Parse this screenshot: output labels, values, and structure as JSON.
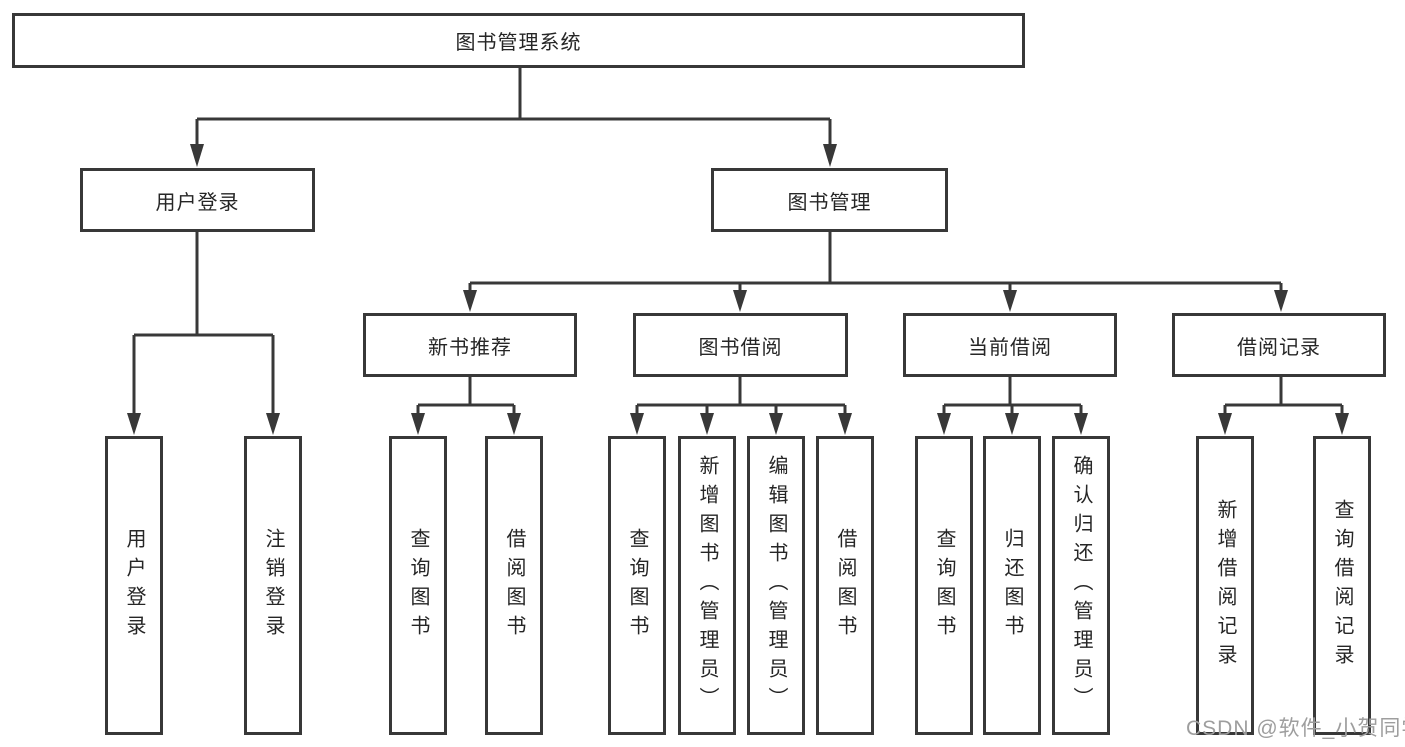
{
  "tree": {
    "root": "图书管理系统",
    "branches": [
      {
        "label": "用户登录",
        "children": [
          "用户登录",
          "注销登录"
        ]
      },
      {
        "label": "图书管理",
        "sections": [
          {
            "label": "新书推荐",
            "children": [
              "查询图书",
              "借阅图书"
            ]
          },
          {
            "label": "图书借阅",
            "children": [
              "查询图书",
              "新增图书（管理员）",
              "编辑图书（管理员）",
              "借阅图书"
            ]
          },
          {
            "label": "当前借阅",
            "children": [
              "查询图书",
              "归还图书",
              "确认归还（管理员）"
            ]
          },
          {
            "label": "借阅记录",
            "children": [
              "新增借阅记录",
              "查询借阅记录"
            ]
          }
        ]
      }
    ]
  },
  "watermark": "CSDN @软件_小贺同学",
  "colors": {
    "line": "#383838",
    "text": "#262626",
    "watermark": "#9e9e9e",
    "background": "#ffffff"
  }
}
